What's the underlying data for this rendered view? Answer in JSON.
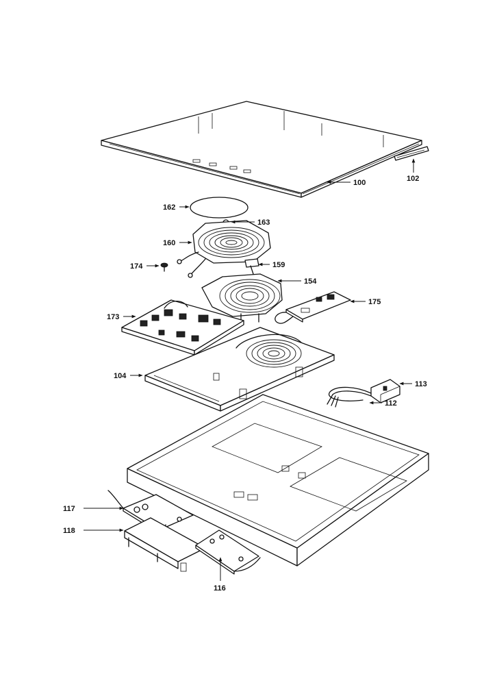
{
  "callouts": {
    "c100": "100",
    "c102": "102",
    "c162": "162",
    "c163": "163",
    "c160": "160",
    "c174": "174",
    "c159": "159",
    "c154": "154",
    "c175": "175",
    "c173": "173",
    "c104": "104",
    "c113": "113",
    "c112": "112",
    "c117": "117",
    "c118": "118",
    "c116": "116"
  }
}
